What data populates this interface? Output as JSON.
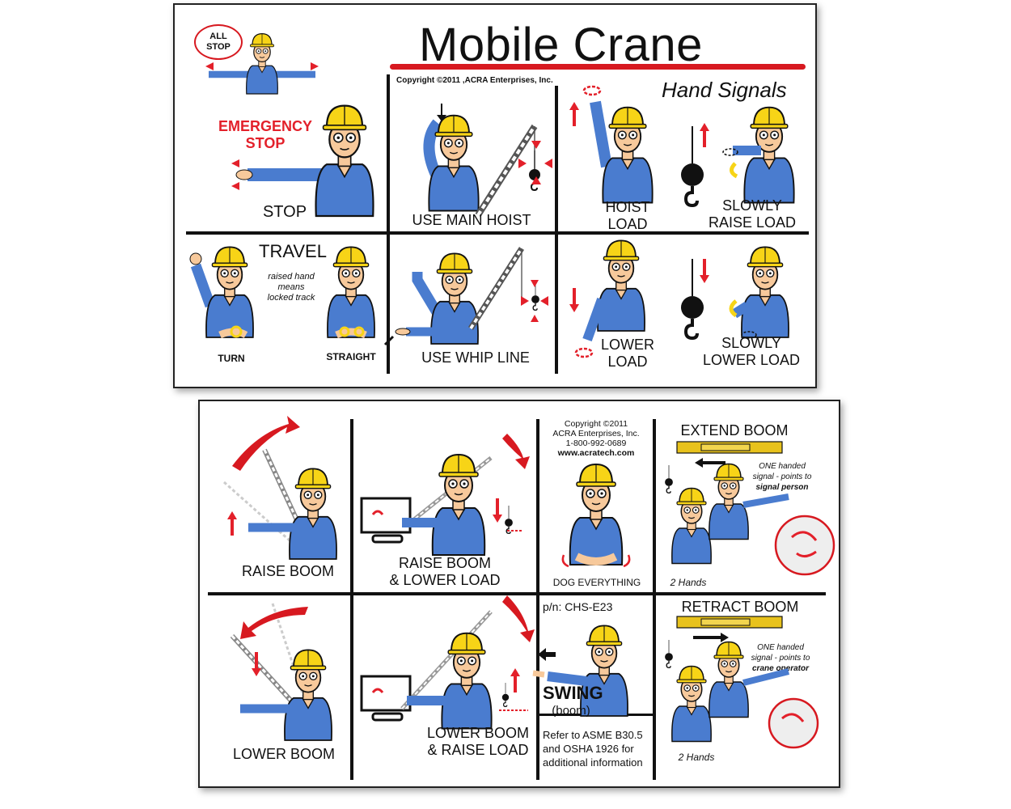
{
  "top_card": {
    "title": "Mobile Crane",
    "subtitle": "Hand Signals",
    "copyright": "Copyright ©2011  ,ACRA Enterprises, Inc.",
    "all_stop_bubble": [
      "ALL",
      "STOP"
    ],
    "emergency_stop": [
      "EMERGENCY",
      "STOP"
    ],
    "stop": "STOP",
    "use_main_hoist": "USE MAIN HOIST",
    "hoist_load": [
      "HOIST",
      "LOAD"
    ],
    "slowly_raise_load": [
      "SLOWLY",
      "RAISE LOAD"
    ],
    "travel": "TRAVEL",
    "travel_note": [
      "raised hand",
      "means",
      "locked track"
    ],
    "turn": "TURN",
    "straight": "STRAIGHT",
    "use_whip_line": "USE WHIP LINE",
    "lower_load": [
      "LOWER",
      "LOAD"
    ],
    "slowly_lower_load": [
      "SLOWLY",
      "LOWER LOAD"
    ]
  },
  "bottom_card": {
    "raise_boom": "RAISE BOOM",
    "raise_boom_lower_load": [
      "RAISE BOOM",
      "& LOWER LOAD"
    ],
    "copyright_block": [
      "Copyright ©2011",
      "ACRA Enterprises, Inc.",
      "1-800-992-0689",
      "www.acratech.com"
    ],
    "dog_everything": "DOG EVERYTHING",
    "extend_boom": "EXTEND BOOM",
    "extend_note": [
      "ONE handed",
      "signal - points to",
      "signal person"
    ],
    "extend_two_hands": "2 Hands",
    "lower_boom": "LOWER BOOM",
    "lower_boom_raise_load": [
      "LOWER BOOM",
      "& RAISE LOAD"
    ],
    "part_number": "p/n: CHS-E23",
    "swing": "SWING",
    "swing_sub": "(boom)",
    "refer": [
      "Refer to ASME B30.5",
      "and OSHA 1926  for",
      "additional information"
    ],
    "retract_boom": "RETRACT BOOM",
    "retract_note": [
      "ONE handed",
      "signal - points to",
      "crane operator"
    ],
    "retract_two_hands": "2 Hands"
  },
  "colors": {
    "hardhat": "#f7d417",
    "shirt": "#4a7ccf",
    "skin": "#f7c99b",
    "signal_red": "#e3202a",
    "boom_yellow": "#e8c21c"
  },
  "icons": [
    "hardhat-worker-icon",
    "crane-boom-icon",
    "hook-block-icon",
    "red-arrow-icon",
    "computer-monitor-icon"
  ]
}
